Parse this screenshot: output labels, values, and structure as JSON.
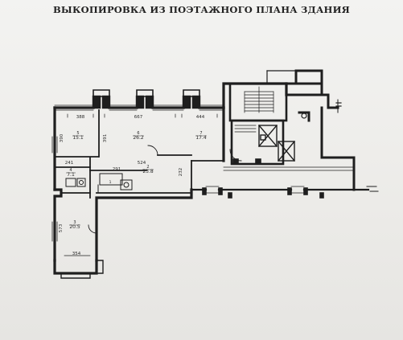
{
  "title": "ВЫКОПИРОВКА ИЗ ПОЭТАЖНОГО ПЛАНА ЗДАНИЯ",
  "colors": {
    "paper": "#efefed",
    "wall": "#1e1e1e",
    "ink": "#2a2a2a"
  },
  "dimensions": {
    "d388": "388",
    "d667": "667",
    "d444": "444",
    "d390": "390",
    "d391": "391",
    "d241": "241",
    "d291": "291",
    "d524": "524",
    "d232": "232",
    "d573": "573",
    "d354": "354"
  },
  "rooms": [
    {
      "number": "5",
      "area": "15.1"
    },
    {
      "number": "6",
      "area": "26.2"
    },
    {
      "number": "7",
      "area": "17.4"
    },
    {
      "number": "4",
      "area": "7.1"
    },
    {
      "number": "2",
      "area": "23.8"
    },
    {
      "number": "3",
      "area": "20.5"
    },
    {
      "number": "1",
      "area": ""
    }
  ]
}
